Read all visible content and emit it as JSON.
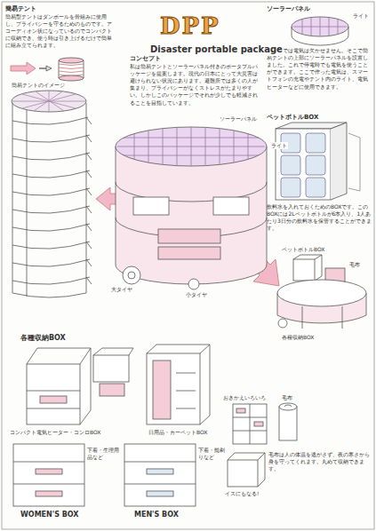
{
  "diagram": {
    "title": "DPP",
    "nodes": [
      {
        "text": [
          "簡易テント",
          "簡易型テントはダンボールを骨組みに使用し、プライバシーを守るためのものです。アコーディオン状になっているのでコンパクトに収納でき、使う時は引き上げるだけで簡単に組み立てられます。"
        ]
      },
      {
        "text": [
          "コンセプト",
          "私は簡易テントとソーラーパネル付きのポータブルパッケージを提案します。現代の日本にとって大災害は避けられない状況にあります。避難所では多くの人が集まり、プライバシーがなくストレスがたまりやすい。しかしこのパッケージでそれが少しでも軽減されることを目指しています。"
        ]
      },
      {
        "text": [
          "ソーラーパネル",
          "災害時では電気は欠かせません。そこで簡易テントの上部にソーラーパネルを設置しました。これで停電時でも電気を使うことができます。ここで作った電気は、スマートフォンの充電やテント内のライト、電気ヒーターなどに使用できます。"
        ]
      },
      {
        "text": [
          "ペットボトルBOX",
          "飲料水を入れておくためのBOXです。このBOXには2Lペットボトルが6本入り、1人あたり3日分の飲料水を保管することができます。"
        ]
      },
      {
        "text": [
          "毛布は人の体温を逃がさず、夜の寒さから身を守ってくれます。丸めて収納できます。"
        ]
      }
    ],
    "labels": [
      "Disaster portable package",
      "簡易テントのイメージ",
      "ライト",
      "ソーラーパネル",
      "ライト",
      "大タイヤ",
      "小タイヤ",
      "ペットボトルBOX",
      "毛布",
      "各種収納BOX",
      "各種収納BOX",
      "コンパクト電気ヒーター・コンロBOX",
      "日用品・カーペットBOX",
      "下着・生理用品など",
      "下着・髭剃りなど",
      "WOMEN'S BOX",
      "MEN'S BOX",
      "おきかえいろいろ",
      "毛布",
      "イスにもなる!"
    ]
  }
}
